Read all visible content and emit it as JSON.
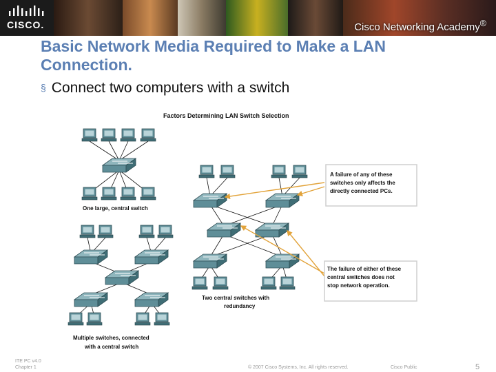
{
  "banner": {
    "logo_text": "CISCO.",
    "academy_text": "Cisco Networking Academy",
    "trademark": "®"
  },
  "slide": {
    "title": "Basic Network Media Required to Make a LAN Connection.",
    "bullet_marker": "§",
    "bullet": "Connect two computers with a switch"
  },
  "diagram": {
    "heading": "Factors Determining LAN Switch Selection",
    "label_large_switch": "One large, central switch",
    "label_multi_1": "Multiple switches, connected",
    "label_multi_2": "with a central switch",
    "label_redundancy_1": "Two central switches with",
    "label_redundancy_2": "redundancy",
    "callout_top": [
      "A failure of any of these",
      "switches only affects the",
      "directly connected PCs."
    ],
    "callout_bottom": [
      "The failure of either of these",
      "central switches does not",
      "stop network operation."
    ],
    "colors": {
      "device": "#5f8e98",
      "callout_arrow": "#e2a33a",
      "cable": "#111111"
    }
  },
  "footer": {
    "course": "ITE PC v4.0",
    "chapter": "Chapter 1",
    "copyright": "© 2007 Cisco Systems, Inc. All rights reserved.",
    "classification": "Cisco Public",
    "page": "5"
  }
}
